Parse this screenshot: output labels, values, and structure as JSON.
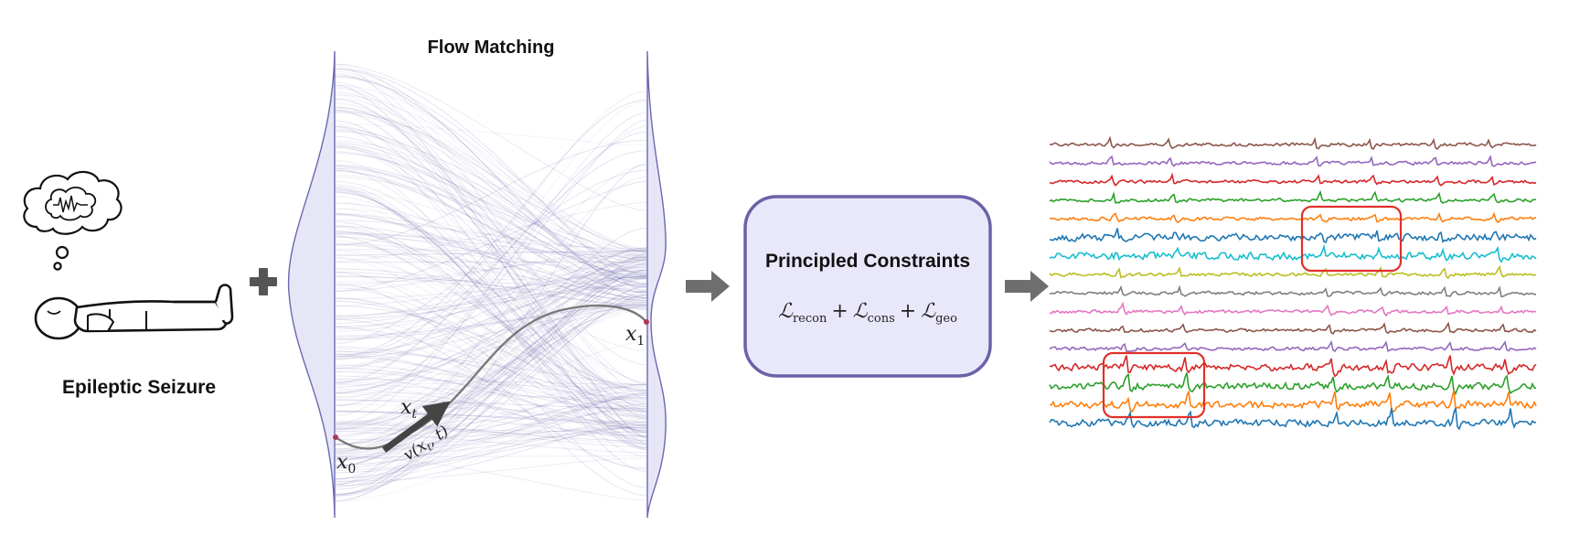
{
  "left_panel": {
    "caption": "Epileptic Seizure"
  },
  "flow_panel": {
    "title": "Flow Matching",
    "x0_label": "x",
    "x0_sub": "0",
    "x1_label": "x",
    "x1_sub": "1",
    "xt_label": "x",
    "xt_sub": "t",
    "velocity_label": "v(x",
    "velocity_sub": "t",
    "velocity_tail": ", t)",
    "accent_color": "#5b56a0"
  },
  "constraints_box": {
    "title": "Principled  Constraints",
    "terms": [
      {
        "symbol": "ℒ",
        "sub": "recon"
      },
      {
        "symbol": "ℒ",
        "sub": "cons"
      },
      {
        "symbol": "ℒ",
        "sub": "geo"
      }
    ],
    "operator": "+",
    "border_color": "#6a62a8",
    "fill_color": "#e9e8fb"
  },
  "eeg_panel": {
    "channel_colors": [
      "#8c564b",
      "#9467bd",
      "#d62728",
      "#2ca02c",
      "#ff7f0e",
      "#1f77b4",
      "#17becf",
      "#bcbd22",
      "#7f7f7f",
      "#e377c2",
      "#8c564b",
      "#9467bd",
      "#d62728",
      "#2ca02c",
      "#ff7f0e",
      "#1f77b4"
    ],
    "highlight_color": "#e0312a"
  },
  "icons": [
    "sleeping-person-icon",
    "thought-bubble-icon",
    "brain-icon",
    "plus-icon",
    "arrow-right-icon"
  ]
}
